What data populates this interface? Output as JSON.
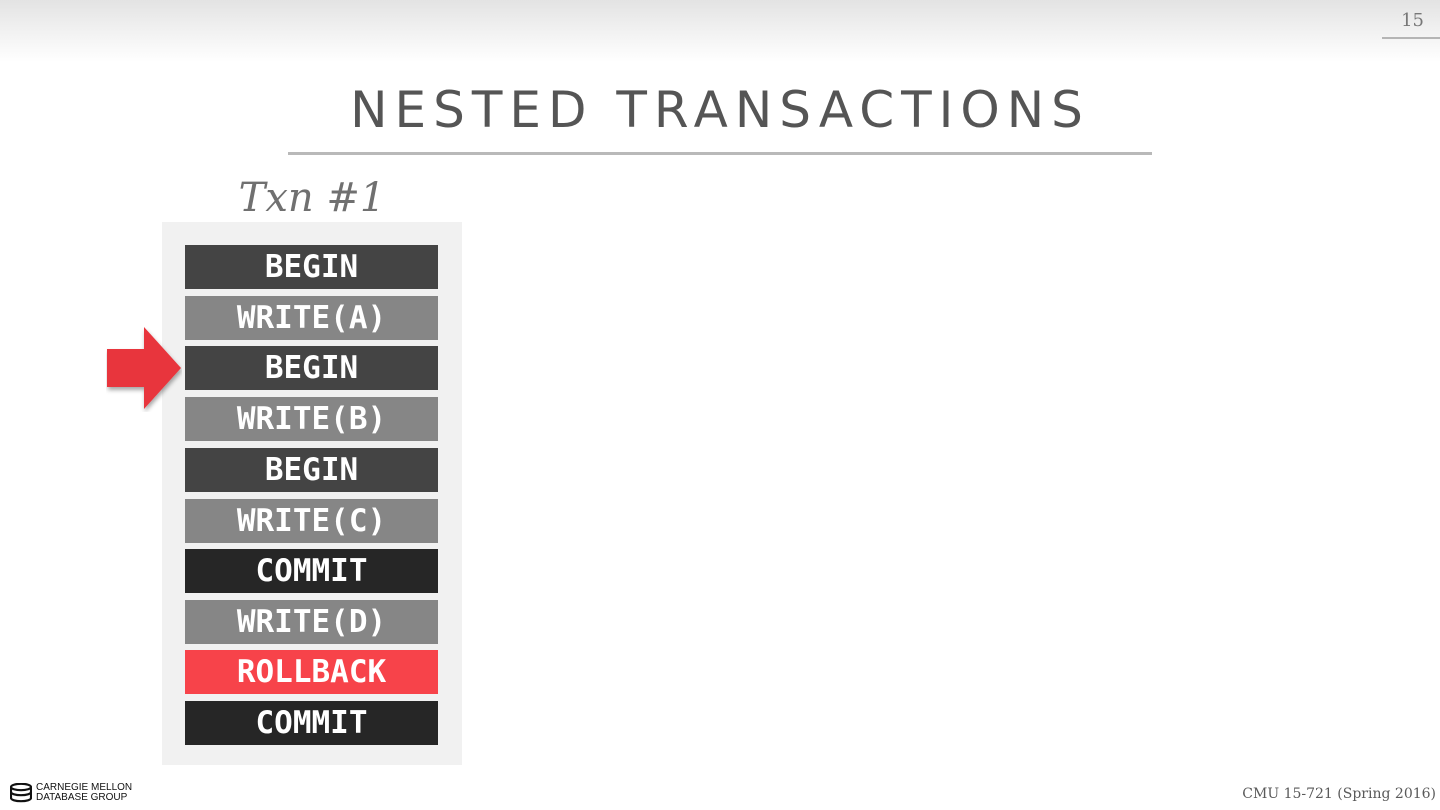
{
  "slide": {
    "number": "15",
    "title": "NESTED TRANSACTIONS"
  },
  "transaction": {
    "label": "Txn #1",
    "operations": [
      {
        "text": "BEGIN",
        "kind": "begin"
      },
      {
        "text": "WRITE(A)",
        "kind": "write"
      },
      {
        "text": "BEGIN",
        "kind": "begin"
      },
      {
        "text": "WRITE(B)",
        "kind": "write"
      },
      {
        "text": "BEGIN",
        "kind": "begin"
      },
      {
        "text": "WRITE(C)",
        "kind": "write"
      },
      {
        "text": "COMMIT",
        "kind": "commit"
      },
      {
        "text": "WRITE(D)",
        "kind": "write"
      },
      {
        "text": "ROLLBACK",
        "kind": "rollback"
      },
      {
        "text": "COMMIT",
        "kind": "commit"
      }
    ],
    "current_step": 3
  },
  "footer": {
    "logo_line1": "CARNEGIE MELLON",
    "logo_line2": "DATABASE GROUP",
    "course": "CMU 15-721 (Spring 2016)"
  },
  "colors": {
    "begin": "#444444",
    "write": "#868686",
    "commit": "#262626",
    "rollback": "#f7434a",
    "arrow": "#e8363c"
  }
}
